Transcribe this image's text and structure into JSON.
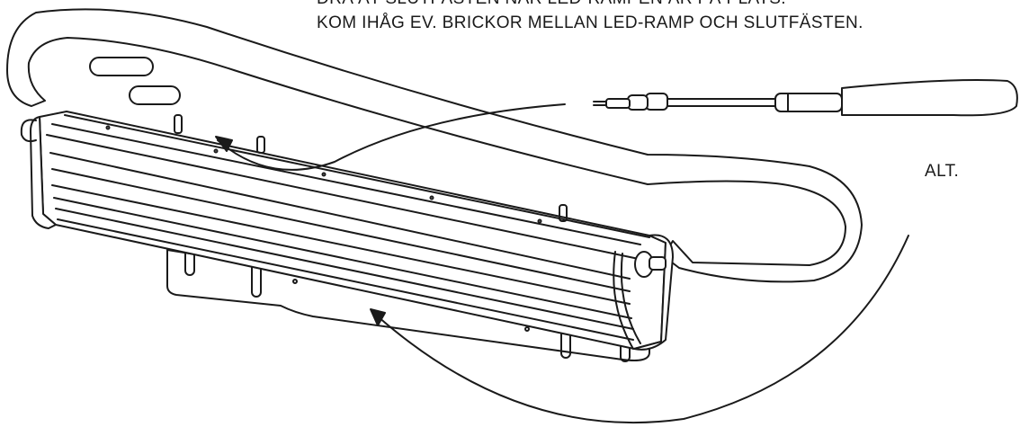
{
  "instructions": {
    "line1": "DRA ÅT SLUTFÄSTEN NÄR LED-RAMPEN ÄR PÅ PLATS.",
    "line2": "KOM IHÅG EV. BRICKOR MELLAN LED-RAMP OCH SLUTFÄSTEN."
  },
  "alt_label": "ALT.",
  "colors": {
    "line": "#1a1a1a",
    "background": "#ffffff"
  },
  "icons": [
    "screwdriver-icon",
    "flexible-arm",
    "led-ramp",
    "mounting-bracket",
    "curved-arrow"
  ]
}
